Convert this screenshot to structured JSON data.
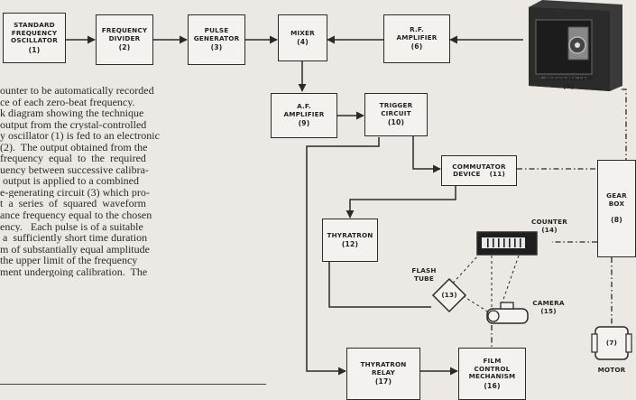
{
  "blocks": {
    "b1": {
      "name": "STANDARD FREQUENCY OSCILLATOR",
      "lines": [
        "STANDARD",
        "FREQUENCY",
        "OSCILLATOR"
      ],
      "num": "(1)"
    },
    "b2": {
      "name": "FREQUENCY DIVIDER",
      "lines": [
        "FREQUENCY",
        "DIVIDER"
      ],
      "num": "(2)"
    },
    "b3": {
      "name": "PULSE GENERATOR",
      "lines": [
        "PULSE",
        "GENERATOR"
      ],
      "num": "(3)"
    },
    "b4": {
      "name": "MIXER",
      "lines": [
        "MIXER"
      ],
      "num": "(4)"
    },
    "b6": {
      "name": "R.F. AMPLIFIER",
      "lines": [
        "R.F.",
        "AMPLIFIER"
      ],
      "num": "(6)"
    },
    "b9": {
      "name": "A.F. AMPLIFIER",
      "lines": [
        "A.F.",
        "AMPLIFIER"
      ],
      "num": "(9)"
    },
    "b10": {
      "name": "TRIGGER CIRCUIT",
      "lines": [
        "TRIGGER",
        "CIRCUIT"
      ],
      "num": "(10)"
    },
    "b11": {
      "name": "COMMUTATOR DEVICE",
      "lines": [
        "COMMUTATOR",
        "DEVICE"
      ],
      "num": "(11)"
    },
    "b8": {
      "name": "GEAR BOX",
      "lines": [
        "GEAR",
        "BOX"
      ],
      "num": "(8)"
    },
    "b12": {
      "name": "THYRATRON",
      "lines": [
        "THYRATRON"
      ],
      "num": "(12)"
    },
    "b17": {
      "name": "THYRATRON RELAY",
      "lines": [
        "THYRATRON",
        "RELAY"
      ],
      "num": "(17)"
    },
    "b16": {
      "name": "FILM CONTROL MECHANISM",
      "lines": [
        "FILM",
        "CONTROL",
        "MECHANISM"
      ],
      "num": "(16)"
    }
  },
  "labels": {
    "wavemeter": {
      "lines": [
        "WAVEMETER"
      ],
      "num": "(5)"
    },
    "counter": {
      "lines": [
        "COUNTER"
      ],
      "num": "(14)"
    },
    "flash_tube": {
      "lines": [
        "FLASH",
        "TUBE"
      ],
      "num": "(13)"
    },
    "camera": {
      "lines": [
        "CAMERA"
      ],
      "num": "(15)"
    },
    "motor": {
      "lines": [
        "MOTOR"
      ],
      "num": "(7)"
    }
  },
  "paragraph": [
    "ounter to be automatically recorded",
    "ce of each zero-beat frequency.",
    "k diagram showing the technique",
    "output from the crystal-controlled",
    "y oscillator (1) is fed to an electronic",
    "(2).  The output obtained from the",
    "frequency  equal  to  the  required",
    "uency between successive calibra-",
    " output is applied to a combined",
    "e-generating circuit (3) which pro-",
    "t  a  series  of  squared  waveform",
    "ance frequency equal to the chosen",
    "ency.   Each pulse is of a suitable",
    " a  sufficiently short time duration",
    "m of substantially equal amplitude",
    "the upper limit of the frequency",
    "ment undergoing calibration.  The"
  ],
  "colors": {
    "ink": "#2a2a2a",
    "paper": "#ece9e4",
    "box": "#f4f2ee"
  }
}
